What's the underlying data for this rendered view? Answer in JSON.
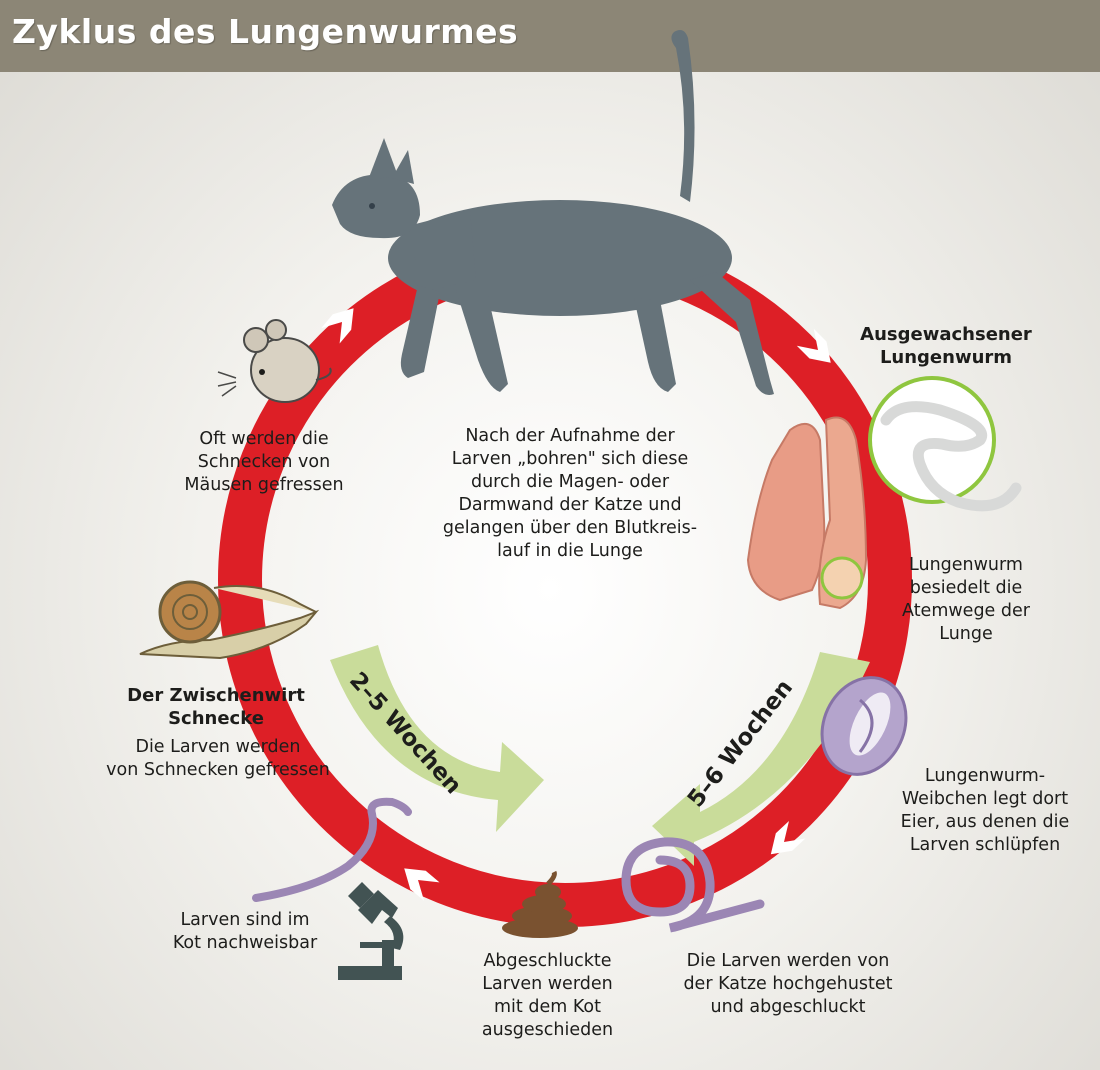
{
  "header": {
    "title": "Zyklus des Lungenwurmes"
  },
  "colors": {
    "header_bg": "#8c8676",
    "cycle_ring": "#dd1f26",
    "arrow_band": "#c9dc9a",
    "cat": "#66737a",
    "worm": "#a48ebb",
    "lung": "#e89c86",
    "lens_ring": "#8fc63f"
  },
  "icons": [
    "cat-illustration",
    "mouse-icon",
    "snail-icon",
    "worm-larva-icon",
    "microscope-icon",
    "feces-icon",
    "coiled-larva-icon",
    "worm-egg-icon",
    "lung-icon",
    "lungworm-magnified-icon"
  ],
  "labels": {
    "center": "Nach der Aufnahme der\nLarven „bohren\" sich diese\ndurch die Magen- oder\nDarmwand der Katze und\ngelangen über den Blutkreis-\nlauf in die Lunge",
    "adult_heading": "Ausgewachsener\nLungenwurm",
    "lung_text": "Lungenwurm\nbesiedelt die\nAtemwege der\nLunge",
    "female_text": "Lungenwurm-\nWeibchen legt dort\nEier, aus denen die\nLarven schlüpfen",
    "coughed_text": "Die Larven werden von\nder Katze hochgehustet\nund abgeschluckt",
    "excreted_text": "Abgeschluckte\nLarven werden\nmit dem Kot\nausgeschieden",
    "detectable_text": "Larven sind im\nKot nachweisbar",
    "snail_heading": "Der Zwischenwirt\nSchnecke",
    "snail_text": "Die Larven werden\nvon Schnecken gefressen",
    "mouse_text": "Oft werden die\nSchnecken von\nMäusen gefressen"
  },
  "weeks": {
    "left": "2–5 Wochen",
    "right": "5–6 Wochen"
  }
}
